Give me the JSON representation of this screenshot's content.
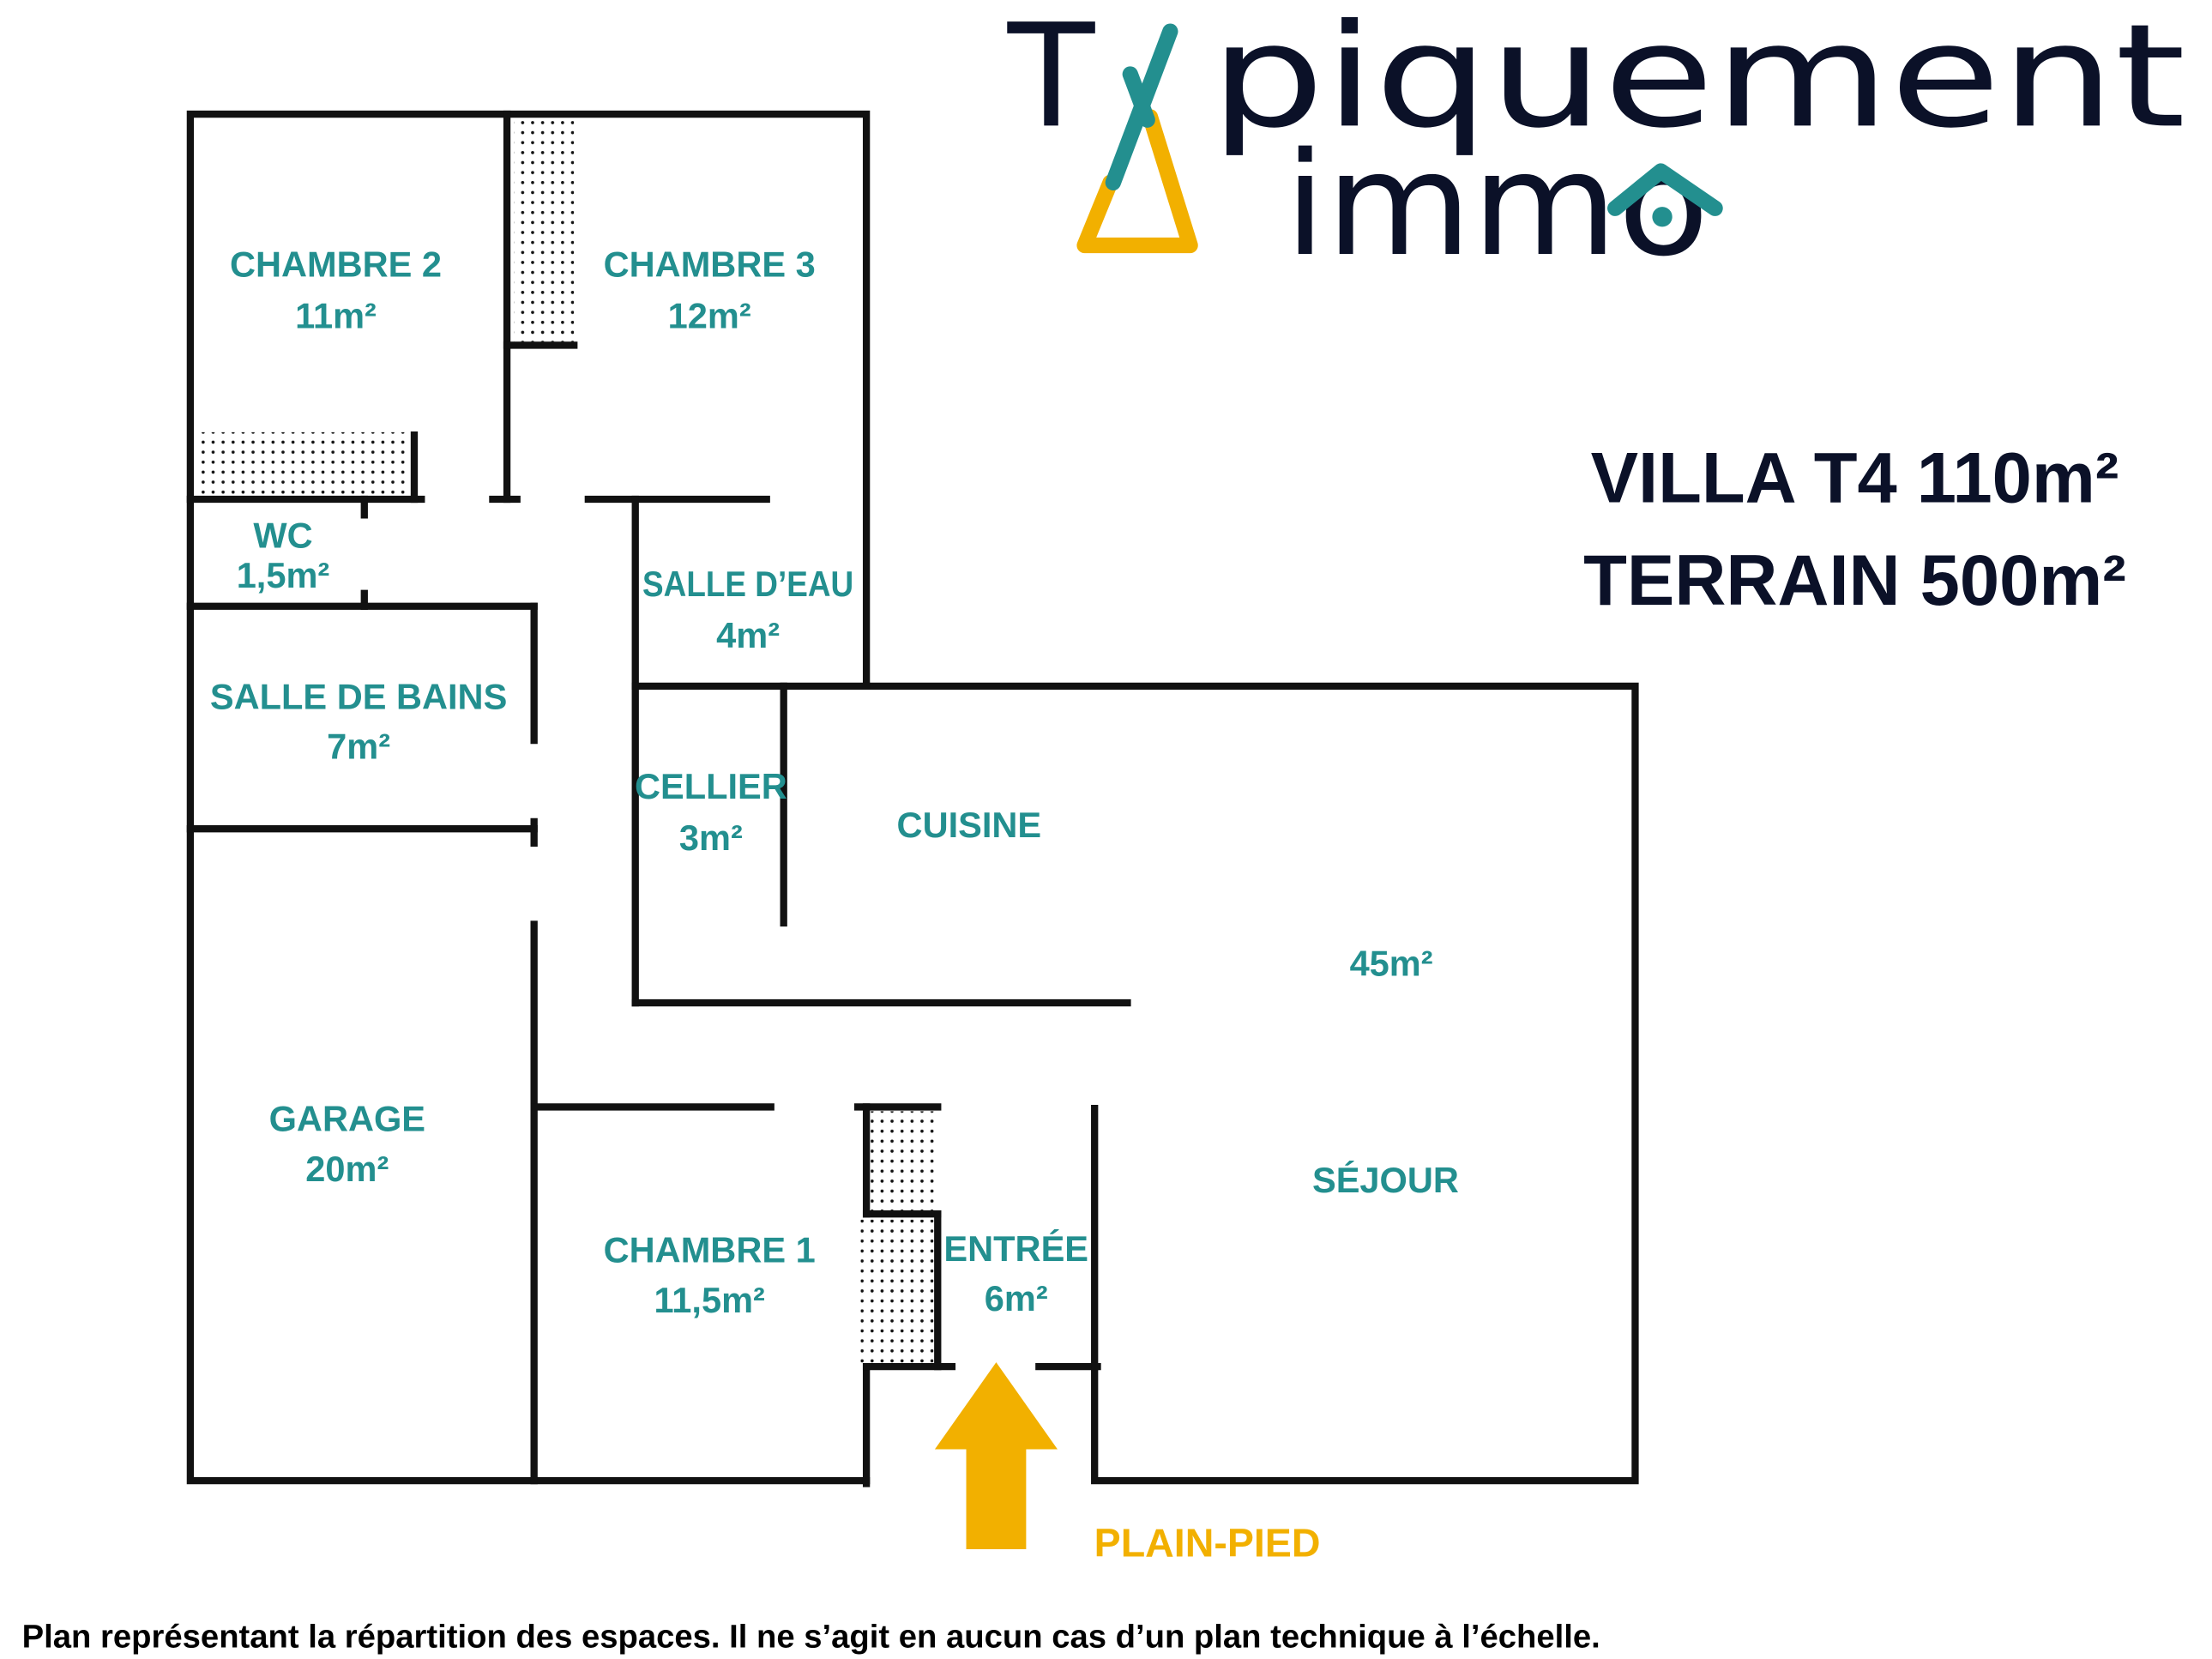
{
  "logo": {
    "word1_start": "T",
    "word1_rest": "piquement",
    "word2": "immo",
    "brand": "Typiquement immo"
  },
  "title": {
    "line1": "VILLA T4 110m²",
    "line2": "TERRAIN 500m²"
  },
  "rooms": {
    "chambre2": {
      "name": "CHAMBRE 2",
      "area": "11m²"
    },
    "chambre3": {
      "name": "CHAMBRE 3",
      "area": "12m²"
    },
    "wc": {
      "name": "WC",
      "area": "1,5m²"
    },
    "salle_eau": {
      "name": "SALLE D’EAU",
      "area": "4m²"
    },
    "salle_bains": {
      "name": "SALLE DE BAINS",
      "area": "7m²"
    },
    "cellier": {
      "name": "CELLIER",
      "area": "3m²"
    },
    "cuisine": {
      "name": "CUISINE"
    },
    "sejour": {
      "name": "SÉJOUR",
      "area": "45m²"
    },
    "garage": {
      "name": "GARAGE",
      "area": "20m²"
    },
    "chambre1": {
      "name": "CHAMBRE 1",
      "area": "11,5m²"
    },
    "entree": {
      "name": "ENTRÉE",
      "area": "6m²"
    }
  },
  "entrance_label": "PLAIN-PIED",
  "disclaimer": "Plan représentant la répartition des espaces. Il ne s’agit en aucun cas d’un plan technique à l’échelle.",
  "colors": {
    "teal": "#238f8f",
    "navy": "#0b1128",
    "yellow": "#f2b000"
  }
}
